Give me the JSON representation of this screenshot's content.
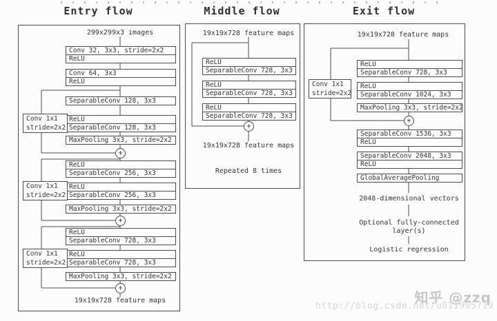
{
  "plus_symbol": "+",
  "watermark": {
    "zhihu": "知乎 @zzq",
    "url": "http://blog.csdn.net/u011995719"
  },
  "entry": {
    "title": "Entry flow",
    "input": "299x299x3 images",
    "output": "19x19x728 feature maps",
    "side_box": {
      "line1": "Conv 1x1",
      "line2": "stride=2x2"
    },
    "stack": [
      {
        "l1": "Conv 32, 3x3, stride=2x2",
        "l2": "ReLU"
      },
      {
        "l1": "Conv 64, 3x3",
        "l2": "ReLU"
      },
      {
        "l1": "SeparableConv 128, 3x3"
      },
      {
        "l1": "ReLU",
        "l2": "SeparableConv 128, 3x3"
      },
      {
        "l1": "MaxPooling 3x3, stride=2x2"
      },
      {
        "l1": "ReLU",
        "l2": "SeparableConv 256, 3x3"
      },
      {
        "l1": "ReLU",
        "l2": "SeparableConv 256, 3x3"
      },
      {
        "l1": "MaxPooling 3x3, stride=2x2"
      },
      {
        "l1": "ReLU",
        "l2": "SeparableConv 728, 3x3"
      },
      {
        "l1": "ReLU",
        "l2": "SeparableConv 728, 3x3"
      },
      {
        "l1": "MaxPooling 3x3, stride=2x2"
      }
    ]
  },
  "middle": {
    "title": "Middle flow",
    "input": "19x19x728 feature maps",
    "output": "19x19x728 feature maps",
    "note": "Repeated 8 times",
    "stack": [
      {
        "l1": "ReLU",
        "l2": "SeparableConv 728, 3x3"
      },
      {
        "l1": "ReLU",
        "l2": "SeparableConv 728, 3x3"
      },
      {
        "l1": "ReLU",
        "l2": "SeparableConv 728, 3x3"
      }
    ]
  },
  "exit": {
    "title": "Exit flow",
    "input": "19x19x728 feature maps",
    "side_box": {
      "line1": "Conv 1x1",
      "line2": "stride=2x2"
    },
    "stack": [
      {
        "l1": "ReLU",
        "l2": "SeparableConv 728, 3x3"
      },
      {
        "l1": "ReLU",
        "l2": "SeparableConv 1024, 3x3"
      },
      {
        "l1": "MaxPooling 3x3, stride=2x2"
      },
      {
        "l1": "SeparableConv 1536, 3x3",
        "l2": "ReLU"
      },
      {
        "l1": "SeparableConv 2048, 3x3",
        "l2": "ReLU"
      },
      {
        "l1": "GlobalAveragePooling"
      }
    ],
    "vectors_label": "2048-dimensional vectors",
    "fc_label_line1": "Optional fully-connected",
    "fc_label_line2": "layer(s)",
    "logistic_label": "Logistic regression"
  }
}
